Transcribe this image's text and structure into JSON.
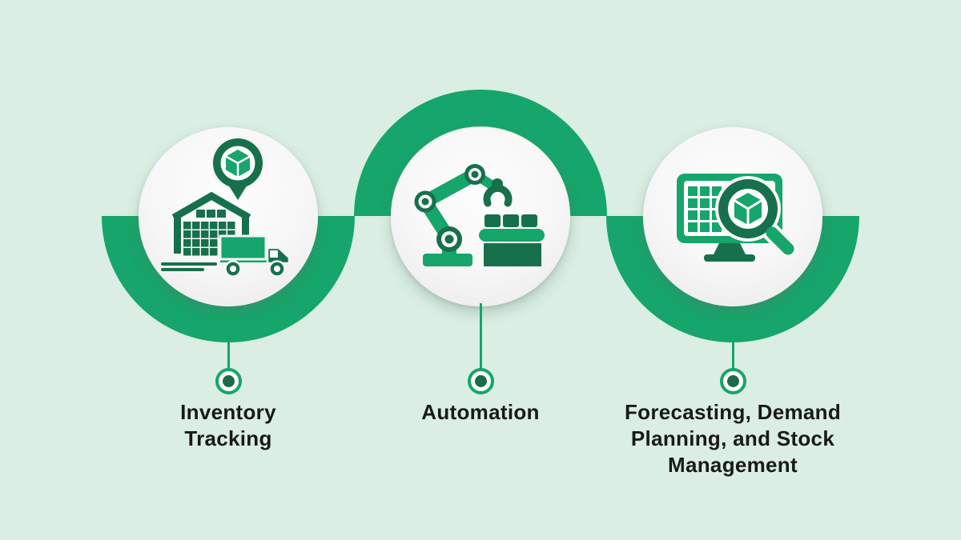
{
  "colors": {
    "background": "#daeee3",
    "ribbon_green": "#16a56a",
    "icon_dark_green": "#17704c",
    "icon_bright_green": "#16a56a",
    "circle_fill": "#f5f5f5",
    "node_dot_green": "#1d6b49",
    "text": "#191919"
  },
  "steps": [
    {
      "label": "Inventory\nTracking",
      "icon": "warehouse-truck-location-pin-icon",
      "ribbon_arc": "below"
    },
    {
      "label": "Automation",
      "icon": "robotic-arm-icon",
      "ribbon_arc": "above"
    },
    {
      "label": "Forecasting, Demand\nPlanning, and Stock\nManagement",
      "icon": "monitor-magnifier-cube-icon",
      "ribbon_arc": "below"
    }
  ]
}
